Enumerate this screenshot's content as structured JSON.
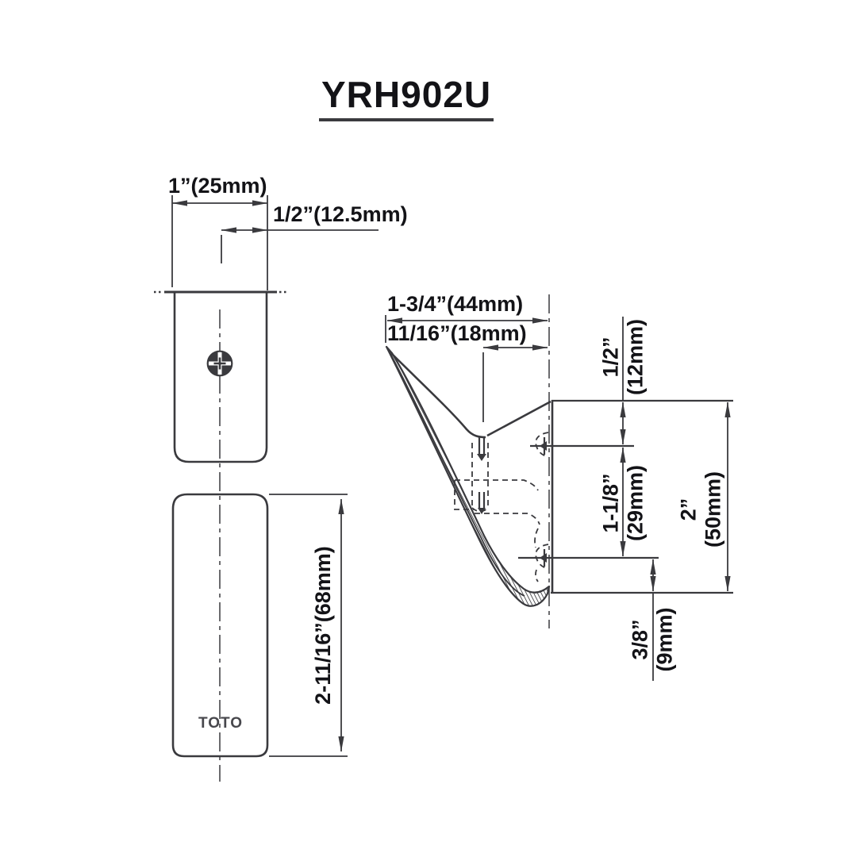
{
  "title": {
    "model_number": "YRH902U"
  },
  "colors": {
    "line": "#3a3a3e",
    "text": "#131317",
    "background": "#ffffff"
  },
  "front_view": {
    "width_dim": "1”(25mm)",
    "center_offset_dim": "1/2”(12.5mm)",
    "height_dim": "2-11/16”(68mm)",
    "logo_text": "TOTO"
  },
  "side_view": {
    "projection_dim": "1-3/4”(44mm)",
    "tip_offset_dim": "11/16”(18mm)",
    "top_to_upper_screw": {
      "inches": "1/2”",
      "mm": "(12mm)"
    },
    "screw_spacing": {
      "inches": "1-1/8”",
      "mm": "(29mm)"
    },
    "overall_height": {
      "inches": "2”",
      "mm": "(50mm)"
    },
    "bottom_to_lower_screw": {
      "inches": "3/8”",
      "mm": "(9mm)"
    }
  }
}
